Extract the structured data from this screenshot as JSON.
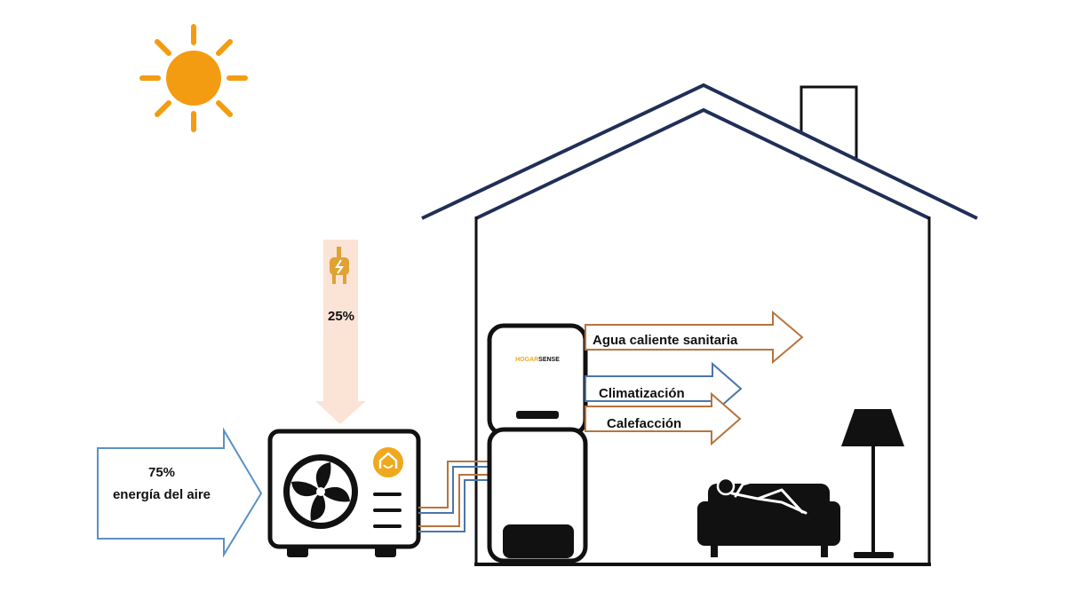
{
  "colors": {
    "sun": "#f39c12",
    "roof": "#1f2f57",
    "house": "#111111",
    "pipe_hot": "#b8743b",
    "pipe_cold": "#4b76a8",
    "air_arrow": "#5b90c7",
    "elec_arrow_fill": "#fbe4d6",
    "unit_accent": "#f0a81c"
  },
  "icons": {
    "sun": "sun-icon",
    "plug": "plug-icon",
    "fan": "fan-icon",
    "unit_logo": "house-logo-icon",
    "sofa": "sofa-icon",
    "person": "person-icon",
    "lamp": "floor-lamp-icon"
  },
  "electricity": {
    "percent": "25%"
  },
  "air": {
    "percent": "75%",
    "label": "energía del aire"
  },
  "tank": {
    "brand_left": "HOGAR",
    "brand_right": "SENSE"
  },
  "outputs": {
    "hot_water": "Agua caliente sanitaria",
    "cooling": "Climatización",
    "heating": "Calefacción"
  }
}
